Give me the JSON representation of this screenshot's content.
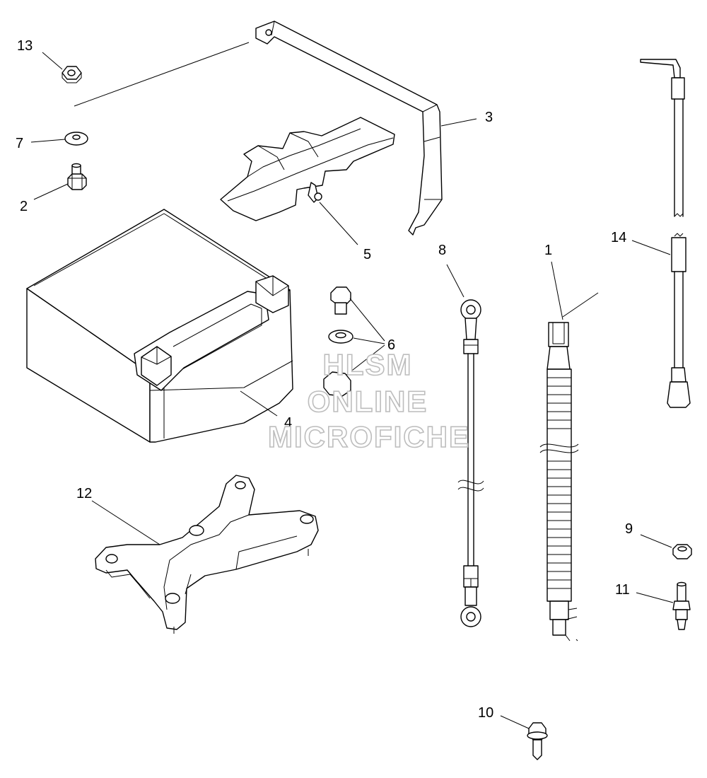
{
  "callouts": {
    "c1": "1",
    "c2": "2",
    "c3": "3",
    "c4": "4",
    "c5": "5",
    "c6": "6",
    "c7": "7",
    "c8": "8",
    "c9": "9",
    "c10": "10",
    "c11": "11",
    "c12": "12",
    "c13": "13",
    "c14": "14"
  },
  "watermark": {
    "line1": "HLSM",
    "line2": "ONLINE",
    "line3": "MICROFICHE"
  }
}
